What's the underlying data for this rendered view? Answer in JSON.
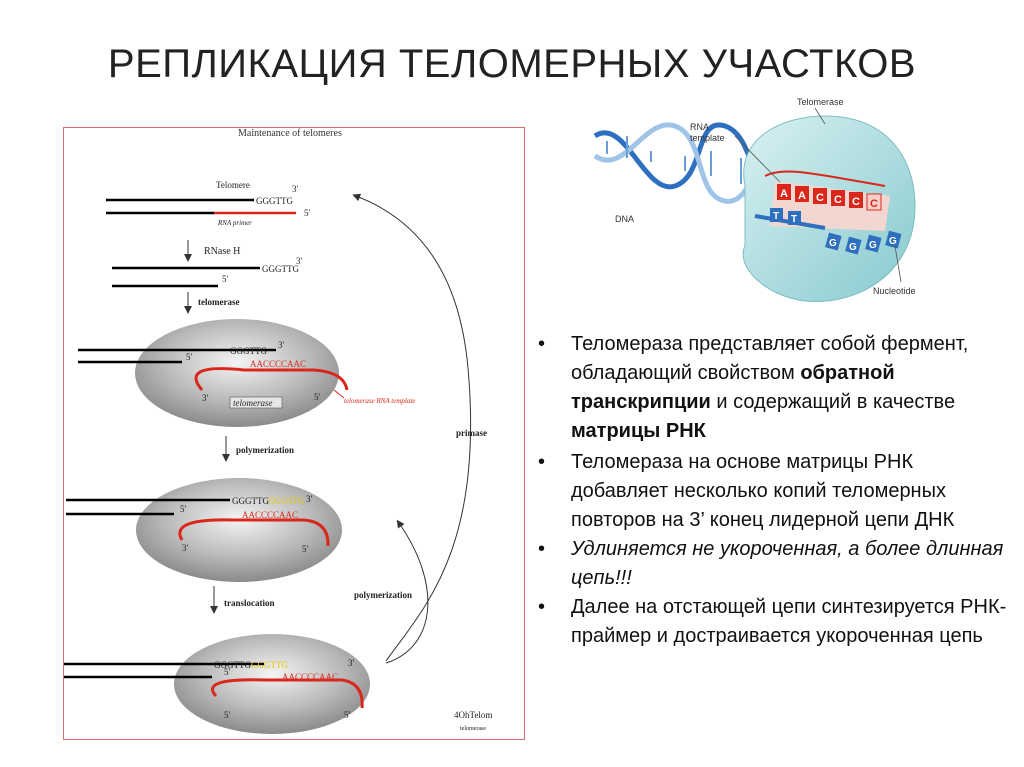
{
  "slide": {
    "title": "РЕПЛИКАЦИЯ ТЕЛОМЕРНЫХ УЧАСТКОВ"
  },
  "left_diagram": {
    "header": "Maintenance of telomeres",
    "telomere_label": "Telomere",
    "three_prime": "3'",
    "five_prime": "5'",
    "seq_gggttg": "GGGTTG",
    "seq_template": "AACCCCAAC",
    "rna_primer_label": "RNA primer",
    "rnase_h": "RNase H",
    "telomerase_step": "telomerase",
    "telomerase_enzyme": "telomerase",
    "rna_template_label": "telomerase RNA template",
    "polymerization": "polymerization",
    "translocation": "translocation",
    "primase": "primase",
    "footer_code": "4OhTelom",
    "footer_sub": "telomerase"
  },
  "telomerase_figure": {
    "label_telomerase": "Telomerase",
    "label_rna_template": "RNA\ntemplate",
    "label_dna": "DNA",
    "label_nucleotide": "Nucleotide",
    "rna_letters": [
      "A",
      "A",
      "C",
      "C",
      "C",
      "C"
    ],
    "t_letters": [
      "T",
      "T"
    ],
    "g_letters": [
      "G",
      "G",
      "G",
      "G"
    ]
  },
  "bullets": [
    {
      "marker": "•",
      "parts": [
        {
          "text": "Теломераза представляет собой фермент, обладающий свойством ",
          "style": "normal"
        },
        {
          "text": "обратной транскрипции",
          "style": "bold"
        },
        {
          "text": " и содержащий в качестве ",
          "style": "normal"
        },
        {
          "text": "матрицы РНК",
          "style": "bold"
        }
      ]
    },
    {
      "marker": "•",
      "parts": [
        {
          "text": "Теломераза на основе матрицы РНК добавляет несколько копий теломерных повторов на 3’ конец лидерной цепи ДНК",
          "style": "normal"
        }
      ]
    },
    {
      "marker": "•",
      "parts": [
        {
          "text": "Удлиняется не укороченная, а более длинная цепь!!!",
          "style": "italic"
        }
      ]
    },
    {
      "marker": "•",
      "parts": [
        {
          "text": "Далее на отстающей цепи синтезируется РНК-праймер и достраивается укороченная цепь",
          "style": "normal"
        }
      ]
    }
  ],
  "colors": {
    "red": "#d9271c",
    "yellow": "#e8c800",
    "teal": "#8fd0d4",
    "blue": "#2f6fc0"
  }
}
